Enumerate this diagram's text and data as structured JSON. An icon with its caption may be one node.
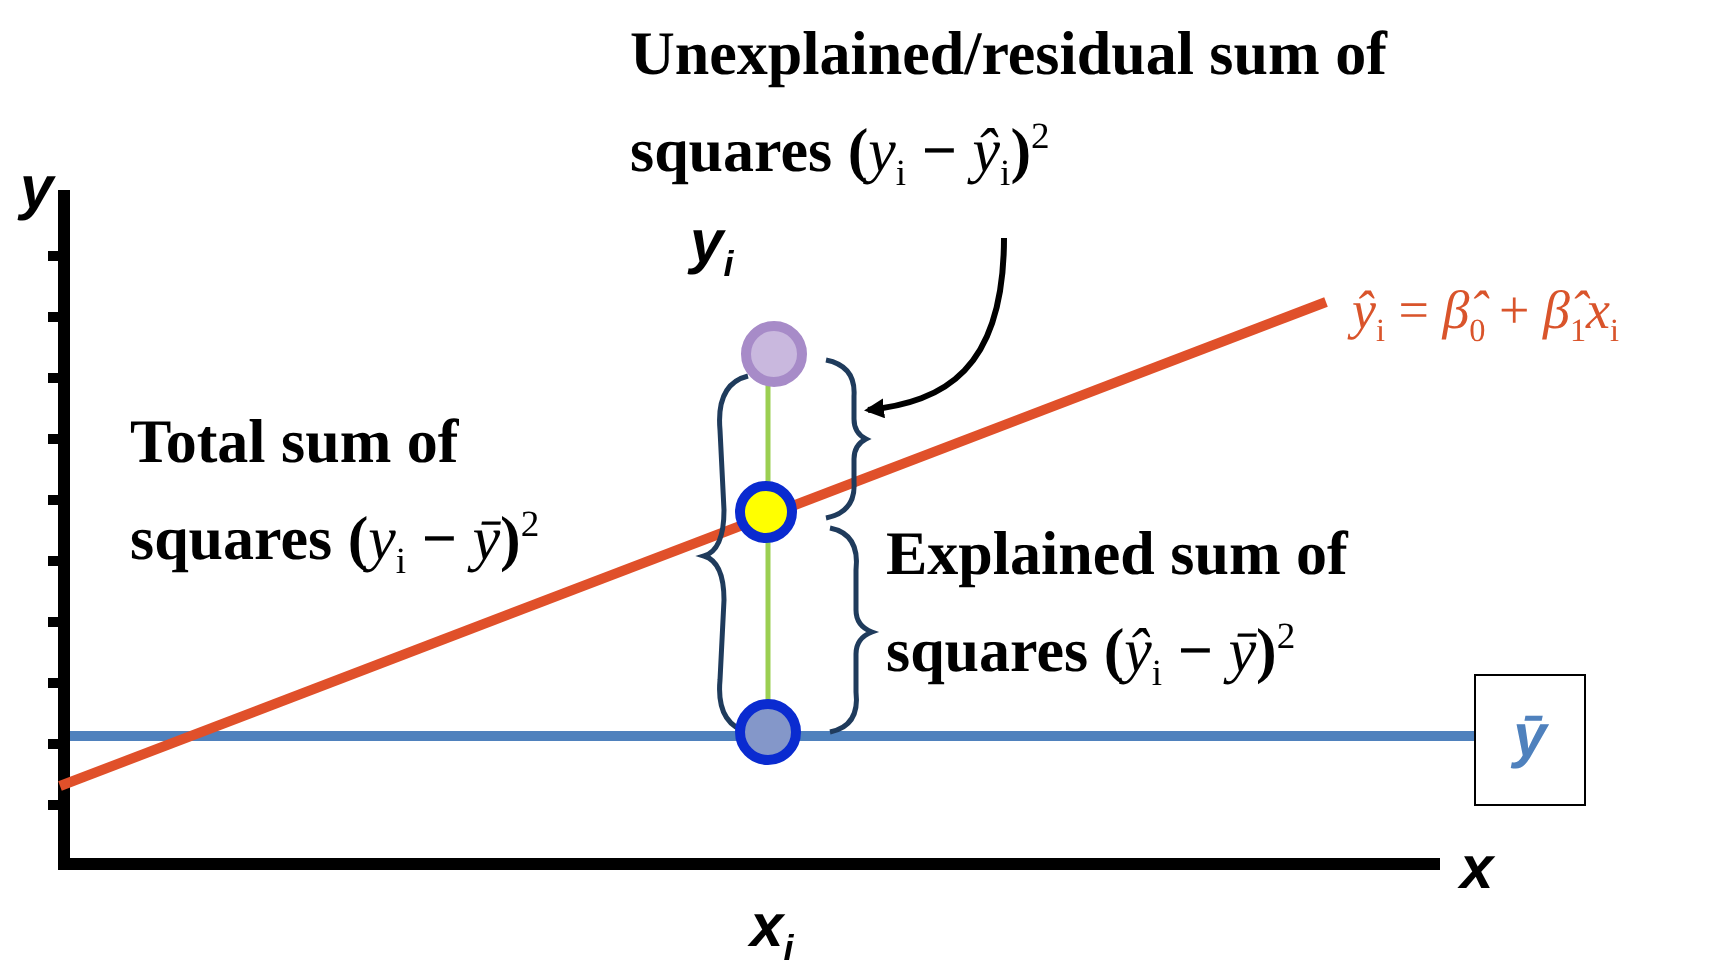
{
  "diagram": {
    "nodes": [
      {
        "text": [
          "Unexplained/residual sum of squares (*y*$_{i}$ − *ŷ*$_{i}$)$^{2}$"
        ]
      },
      {
        "text": [],
        "shape": "brace"
      },
      {
        "text": [
          "*ȳ*"
        ]
      }
    ],
    "edges": [
      {
        "from": 0,
        "to": 1,
        "arrow": "to"
      }
    ],
    "labels": [
      "*y*",
      "*y*$_{i}$",
      "*ŷ*$_{i}$ = *β̂*$_{0}$ + *β̂*$_{1}$*x*$_{i}$",
      "Total sum of squares (*y*$_{i}$ − *ȳ*)$^{2}$",
      "Explained sum of squares (*ŷ*$_{i}$ − *ȳ*)$^{2}$",
      "*x*",
      "*x*$_{i}$"
    ]
  }
}
